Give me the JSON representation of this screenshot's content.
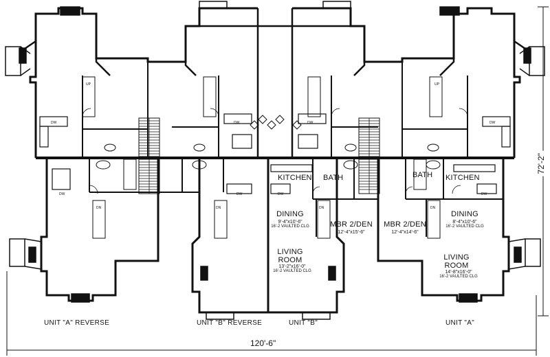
{
  "rooms_unit_b": {
    "kitchen": "KITCHEN",
    "bath": "BATH",
    "dining": {
      "name": "DINING",
      "dims": "9'-4\"x10'-6\"",
      "note": "16'-2 VAULTED CLG"
    },
    "living": {
      "name": "LIVING ROOM",
      "dims": "13'-2\"x16'-0\"",
      "note": "16'-2 VAULTED CLG"
    },
    "mbr": {
      "name": "MBR 2/DEN",
      "dims": "12'-4\"x15'-6\""
    }
  },
  "rooms_unit_a": {
    "bath": "BATH",
    "kitchen": "KITCHEN",
    "mbr": {
      "name": "MBR 2/DEN",
      "dims": "12'-4\"x14'-6\""
    },
    "dining": {
      "name": "DINING",
      "dims": "8'-4\"x10'-6\"",
      "note": "16'-2 VAULTED CLG"
    },
    "living": {
      "name": "LIVING ROOM",
      "dims": "14'-8\"x16'-0\"",
      "note": "16'-2 VAULTED CLG"
    }
  },
  "unit_labels": {
    "a_reverse": "UNIT \"A\" REVERSE",
    "b_reverse": "UNIT \"B\" REVERSE",
    "b": "UNIT \"B\"",
    "a": "UNIT \"A\""
  },
  "dimensions": {
    "overall_width": "120'-6\"",
    "overall_depth": "72'-2\""
  },
  "fixtures": {
    "dw": "DW",
    "up": "UP",
    "dn": "DN"
  }
}
